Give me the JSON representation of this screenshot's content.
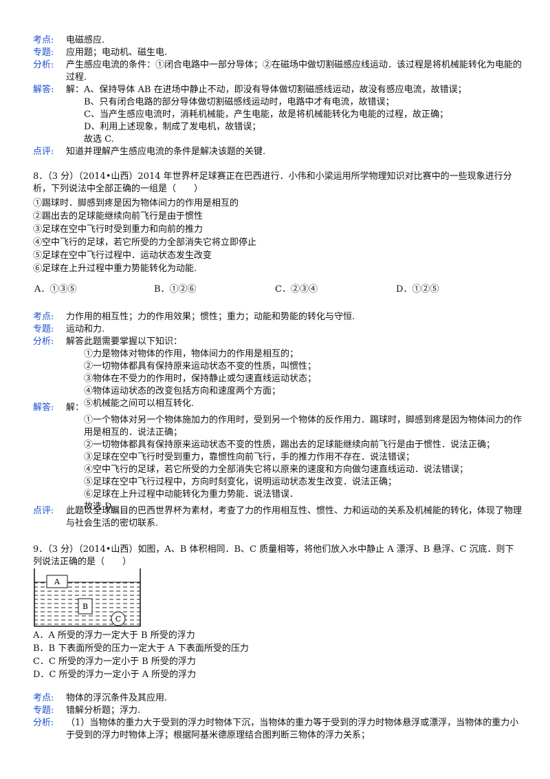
{
  "q7": {
    "kaodian_label": "考点:",
    "kaodian": "电磁感应.",
    "zhuanti_label": "专题:",
    "zhuanti": "应用题；电动机、磁生电.",
    "fenxi_label": "分析:",
    "fenxi": "产生感应电流的条件：①闭合电路中一部分导体；②在磁场中做切割磁感应线运动．该过程是将机械能转化为电能的过程.",
    "jieda_label": "解答:",
    "jieda": [
      "解：A、保持导体 AB 在进场中静止不动，即没有导体做切割磁感线运动，故没有感应电流，故错误；",
      "B、只有闭合电路的部分导体做切割磁感线运动时，电路中才有电流，故错误；",
      "C、当产生感应电流时，消耗机械能，产生电能，故是将机械能转化为电能的过程，故正确；",
      "D、利用上述现象，制成了发电机，故错误；",
      "故选 C."
    ],
    "dianping_label": "点评:",
    "dianping": "知道并理解产生感应电流的条件是解决该题的关键."
  },
  "q8": {
    "stem": "8．（3 分）（2014•山西）2014 年世界杯足球赛正在巴西进行．小伟和小梁运用所学物理知识对比赛中的一些现象进行分析，下列说法中全部正确的一组是（　　）",
    "items": [
      "①踢球时．脚感到疼是因为物体间力的作用是相互的",
      "②踢出去的足球能继续向前飞行是由于惯性",
      "③足球在空中飞行时受到重力和向前的推力",
      "④空中飞行的足球，若它所受的力全部消失它将立即停止",
      "⑤足球在空中飞行过程中．运动状态发生改变",
      "⑥足球在上升过程中重力势能转化为动能."
    ],
    "options": [
      "A．①③⑤",
      "B．①②⑥",
      "C．②③④",
      "D．①②⑤"
    ],
    "kaodian_label": "考点:",
    "kaodian": "力作用的相互性；力的作用效果；惯性；重力；动能和势能的转化与守恒.",
    "zhuanti_label": "专题:",
    "zhuanti": "运动和力.",
    "fenxi_label": "分析:",
    "fenxi": [
      "解答此题需要掌握以下知识：",
      "①力是物体对物体的作用，物体间力的作用是相互的；",
      "②一切物体都具有保持原来运动状态不变的性质，叫惯性；",
      "③物体在不受力的作用时，保持静止或匀速直线运动状态；",
      "④物体运动状态的改变包括方向和速度两个方面；",
      "⑤机械能之间可以相互转化."
    ],
    "jieda_label": "解答:",
    "jieda": [
      "解：",
      "①一个物体对另一个物体施加力的作用时，受到另一个物体的反作用力．踢球时，脚感到疼是因为物体间力的作用是相互的．说法正确；",
      "②一切物体都具有保持原来运动状态不变的性质，踢出去的足球能继续向前飞行是由于惯性．说法正确；",
      "③足球在空中飞行时受到重力，靠惯性向前飞行，手的推力作用不存在．说法错误；",
      "④空中飞行的足球，若它所受的力全部消失它将以原来的速度和方向做匀速直线运动．说法错误；",
      "⑤足球在空中飞行过程中，方向时刻变化，说明运动状态发生改变．说法正确；",
      "⑥足球在上升过程中动能转化为重力势能．说法错误．",
      "故选 D."
    ],
    "dianping_label": "点评:",
    "dianping": "此题以全球瞩目的巴西世界杯为素材，考查了力的作用相互性、惯性、力和运动的关系及机械能的转化，体现了物理与社会生活的密切联系."
  },
  "q9": {
    "stem": "9．（3 分）（2014•山西）如图，A、B 体积相同．B、C 质量相等，将他们放入水中静止 A 漂浮、B 悬浮、C 沉底．则下列说法正确的是（　　）",
    "figure": {
      "label_a": "A",
      "label_b": "B",
      "label_c": "C"
    },
    "options": [
      "A．A 所受的浮力一定大于 B 所受的浮力",
      "B．B 下表面所受的压力一定大于 A 下表面所受的压力",
      "C．C 所受的浮力一定小于 B 所受的浮力",
      "D．C 所受的浮力一定小于 A 所受的浮力"
    ],
    "kaodian_label": "考点:",
    "kaodian": "物体的浮沉条件及其应用.",
    "zhuanti_label": "专题:",
    "zhuanti": "错解分析题；浮力.",
    "fenxi_label": "分析:",
    "fenxi": "（1）当物体的重力大于受到的浮力时物体下沉，当物体的重力等于受到的浮力时物体悬浮或漂浮，当物体的重力小于受到的浮力时物体上浮；根据阿基米德原理结合图判断三物体的浮力关系；"
  }
}
